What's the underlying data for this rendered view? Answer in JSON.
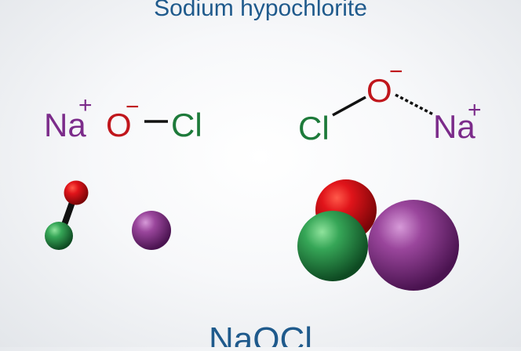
{
  "title": "Sodium hypochlorite",
  "formula": "NaOCl",
  "structural_formula": {
    "sodium": "Na",
    "sodium_charge": "+",
    "oxygen": "O",
    "oxygen_charge": "−",
    "chlorine": "Cl"
  },
  "skeletal_formula": {
    "chlorine": "Cl",
    "oxygen": "O",
    "oxygen_charge": "−",
    "sodium": "Na",
    "sodium_charge": "+"
  },
  "colors": {
    "title": "#1f5a8c",
    "sodium": "#7b2b8a",
    "oxygen": "#c0161c",
    "chlorine": "#1d7a3a",
    "bond": "#111111",
    "sodium_atom": "#8e3e9a",
    "oxygen_atom": "#d40f14",
    "chlorine_atom": "#2e9a4e"
  }
}
